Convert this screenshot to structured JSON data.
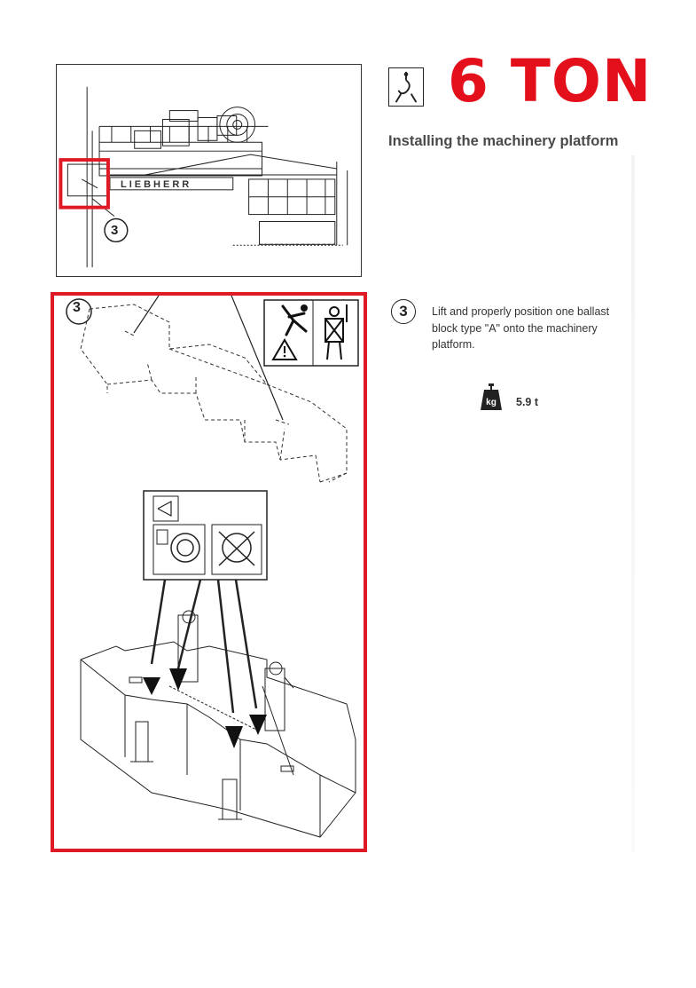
{
  "header": {
    "weight_heading": "6 TON",
    "section_title": "Installing the machinery platform"
  },
  "figure_overview": {
    "callout_number": "3",
    "brand_text": "LIEBHERR"
  },
  "figure_detail": {
    "callout_number": "3"
  },
  "step": {
    "number": "3",
    "text": "Lift and properly position one ballast block type \"A\" onto the machinery platform."
  },
  "weight": {
    "icon_label": "kg",
    "value": "5.9 t"
  },
  "colors": {
    "heading_red": "#e3101b",
    "frame_red": "#e01a24"
  },
  "icons": {
    "hook": "crane-hook-icon",
    "fall_hazard": "fall-hazard-warning-icon",
    "harness": "safety-harness-icon",
    "weight": "kg-weight-icon",
    "lifting_point": "lifting-point-icon"
  }
}
